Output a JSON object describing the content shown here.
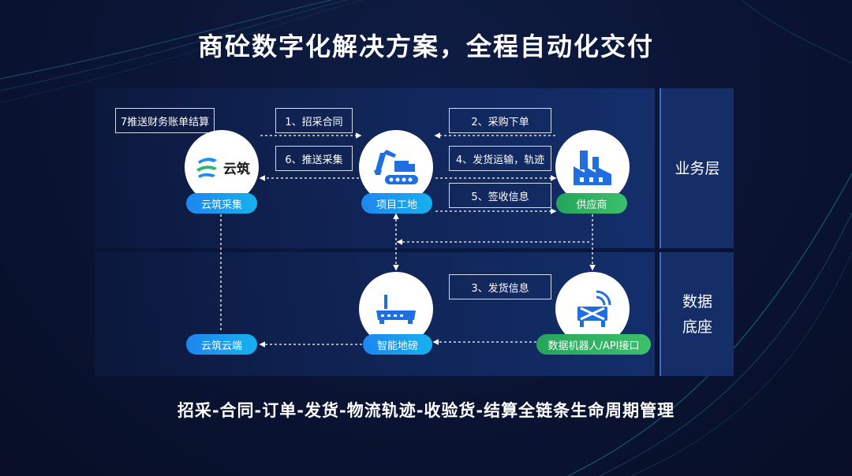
{
  "title": "商砼数字化解决方案，全程自动化交付",
  "footer": "招采-合同-订单-发货-物流轨迹-收验货-结算全链条生命周期管理",
  "layers": {
    "business": "业务层",
    "data_line1": "数据",
    "data_line2": "底座"
  },
  "steps": {
    "s7": "7推送财务账单结算",
    "s1": "1、招采合同",
    "s6": "6、推送采集",
    "s2": "2、采购下单",
    "s4": "4、发货运输，轨迹",
    "s5": "5、签收信息",
    "s3": "3、发货信息"
  },
  "nodes": {
    "yunzhu_logo": "云筑",
    "yunzhu_caiji": "云筑采集",
    "project_site": "项目工地",
    "supplier": "供应商",
    "smart_scale": "智能地磅",
    "data_robot": "数据机器人/API接口",
    "cloud_end": "云筑云端"
  },
  "colors": {
    "accent_blue": "#1e86ef",
    "accent_green": "#2fb463",
    "icon_blue": "#1f6fe0"
  }
}
